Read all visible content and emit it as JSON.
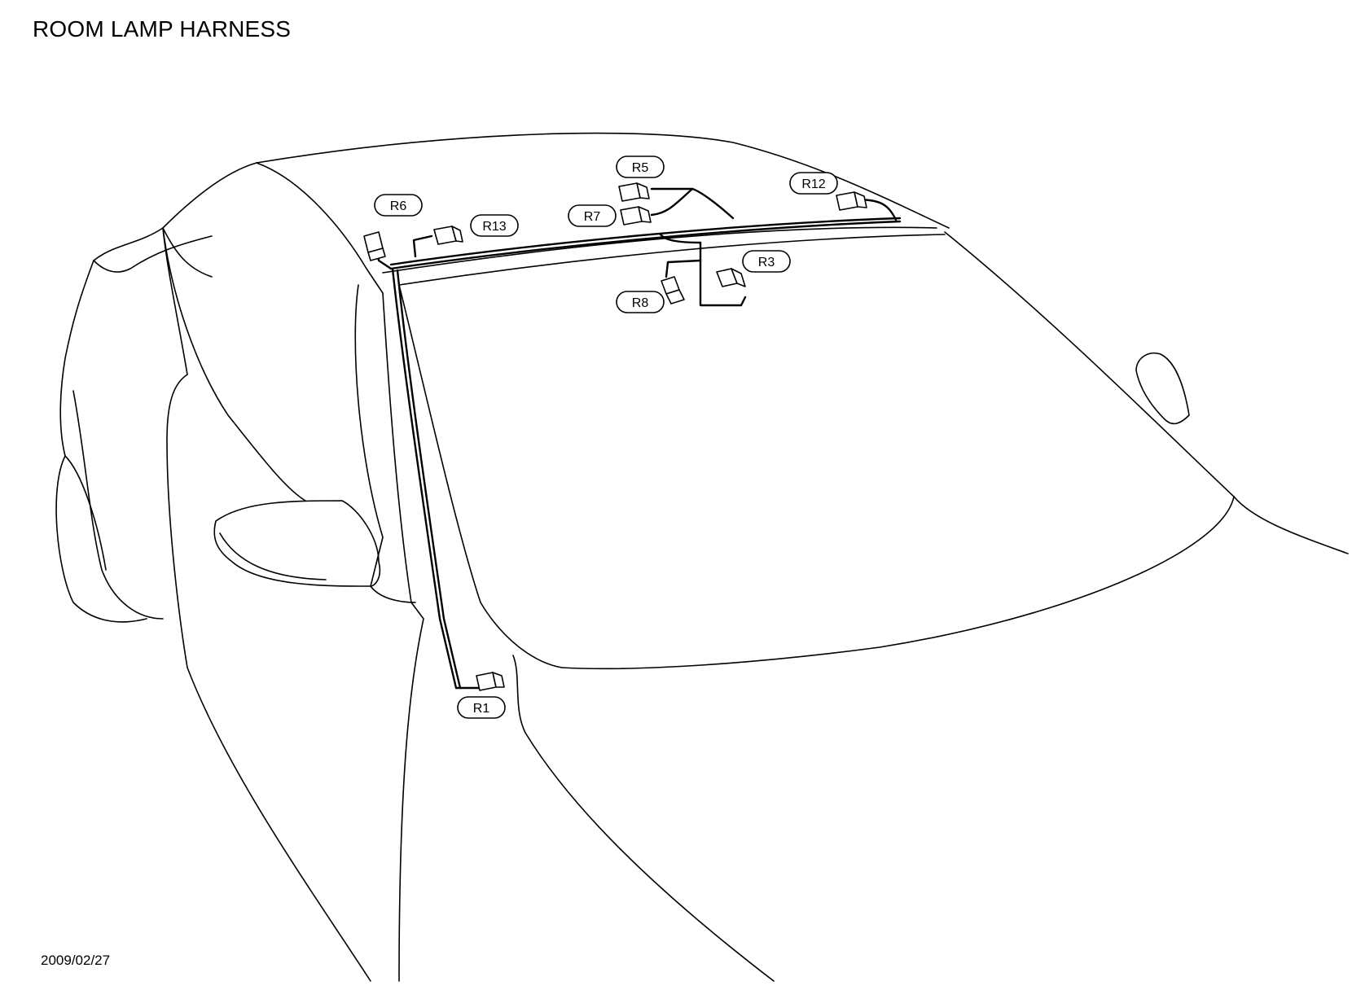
{
  "title": "ROOM LAMP HARNESS",
  "date": "2009/02/27",
  "connectors": [
    {
      "id": "R1",
      "label": "R1"
    },
    {
      "id": "R3",
      "label": "R3"
    },
    {
      "id": "R5",
      "label": "R5"
    },
    {
      "id": "R6",
      "label": "R6"
    },
    {
      "id": "R7",
      "label": "R7"
    },
    {
      "id": "R8",
      "label": "R8"
    },
    {
      "id": "R12",
      "label": "R12"
    },
    {
      "id": "R13",
      "label": "R13"
    }
  ]
}
